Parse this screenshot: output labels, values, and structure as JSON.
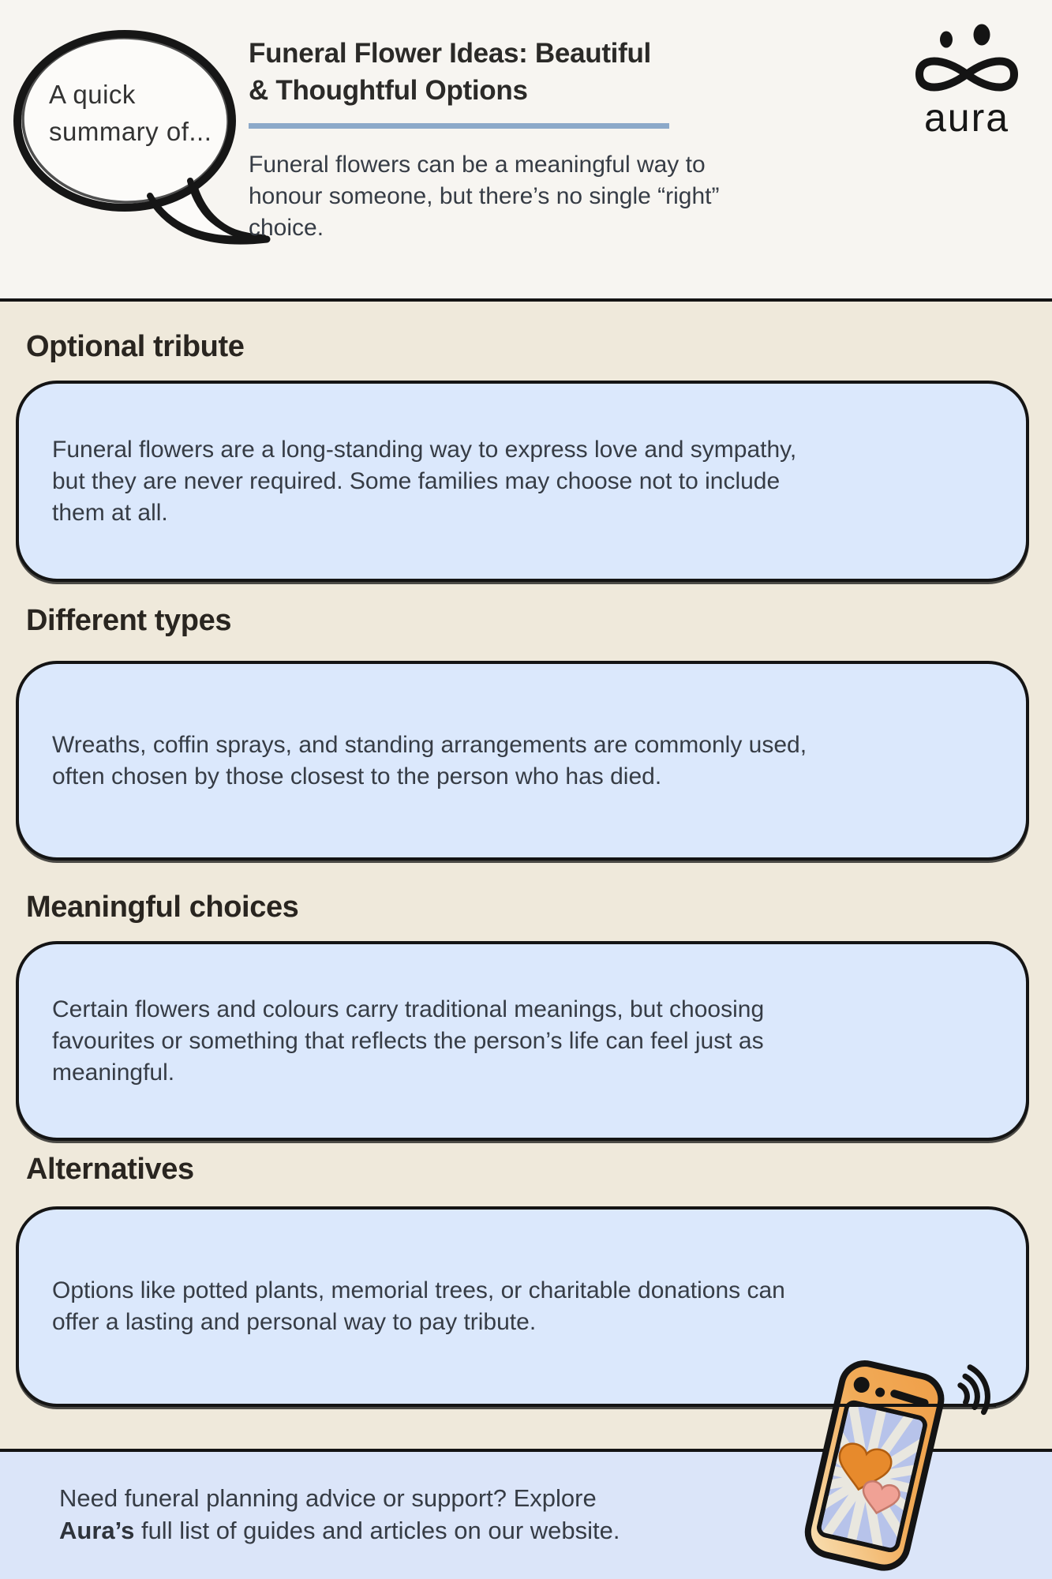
{
  "header": {
    "bubble_text": "A quick summary of...",
    "title_line1": "Funeral Flower Ideas: Beautiful",
    "title_line2": "& Thoughtful Options",
    "intro": "Funeral flowers can be a meaningful way to honour someone, but there’s no single “right” choice.",
    "logo_text": "aura"
  },
  "sections": [
    {
      "heading": "Optional tribute",
      "body": "Funeral flowers are a long-standing way to express love and sympathy, but they are never required. Some families may choose not to include them at all."
    },
    {
      "heading": "Different types",
      "body": "Wreaths, coffin sprays, and standing arrangements are commonly used, often chosen by those closest to the person who has died."
    },
    {
      "heading": "Meaningful choices",
      "body": "Certain flowers and colours carry traditional meanings, but choosing favourites or something that reflects the person’s life can feel just as meaningful."
    },
    {
      "heading": "Alternatives",
      "body": "Options like potted plants, memorial trees, or charitable donations can offer a lasting and personal way to pay tribute."
    }
  ],
  "footer": {
    "line1": "Need funeral planning advice or support? Explore",
    "line2_bold": "Aura’s",
    "line2_rest": " full list of guides and articles on our website."
  },
  "icons": {
    "logo": "aura-infinity-icon",
    "speech_bubble": "speech-bubble-shape",
    "phone": "phone-hearts-illustration",
    "signal": "signal-waves-icon"
  },
  "colors": {
    "top_bg": "#f7f5f1",
    "beige": "#efe9db",
    "box_bg": "#dbe8fc",
    "footer_bg": "#dbe5f9",
    "ink": "#141414",
    "text": "#363c45",
    "heading": "#292520",
    "divider": "#8ca9c9",
    "phone_orange": "#efa04a",
    "screen_blue": "#b7c3ea",
    "heart_orange": "#e78a2c",
    "heart_pink": "#f0a195"
  }
}
